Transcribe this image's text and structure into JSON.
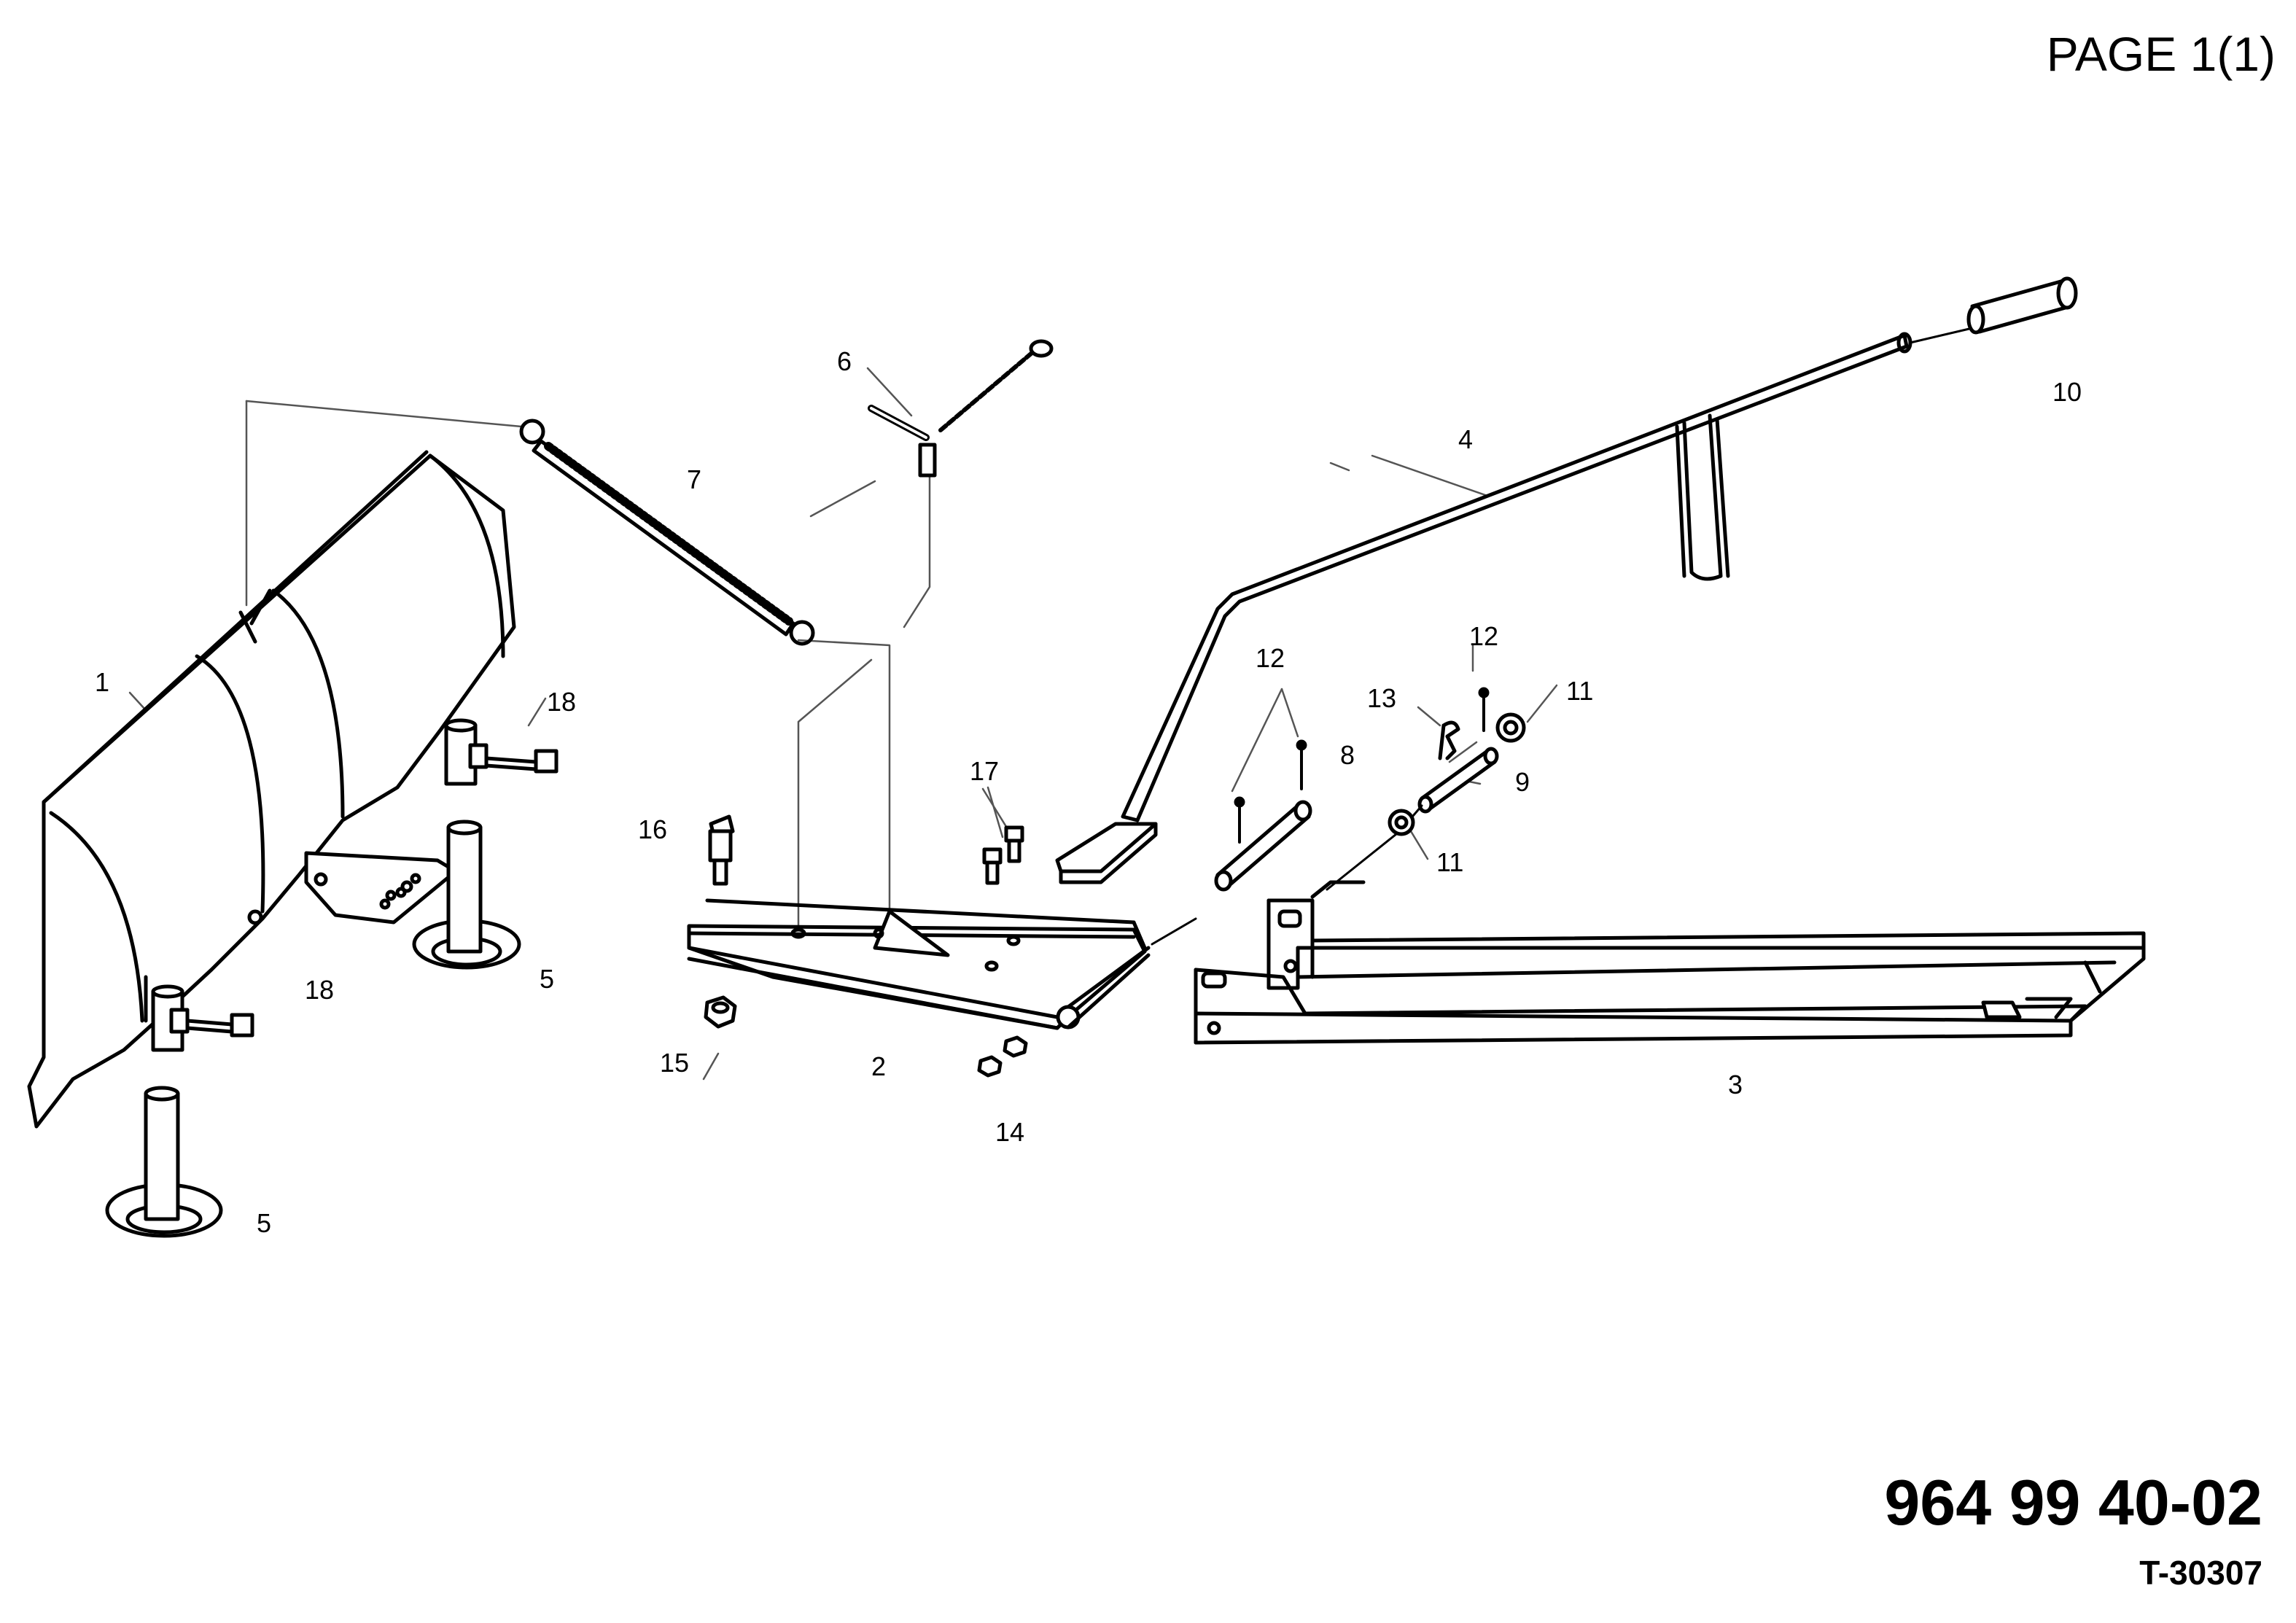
{
  "header": {
    "page_label": "PAGE 1(1)"
  },
  "footer": {
    "part_number": "964 99 40-02",
    "drawing_number": "T-30307"
  },
  "colors": {
    "line": "#000000",
    "fill": "#ffffff",
    "leader": "#555555"
  },
  "callouts": {
    "c1": "1",
    "c2": "2",
    "c3": "3",
    "c4": "4",
    "c5a": "5",
    "c5b": "5",
    "c6": "6",
    "c7": "7",
    "c8": "8",
    "c9": "9",
    "c10": "10",
    "c11a": "11",
    "c11b": "11",
    "c12a": "12",
    "c12b": "12",
    "c13": "13",
    "c14": "14",
    "c15": "15",
    "c16": "16",
    "c17": "17",
    "c18a": "18",
    "c18b": "18"
  }
}
